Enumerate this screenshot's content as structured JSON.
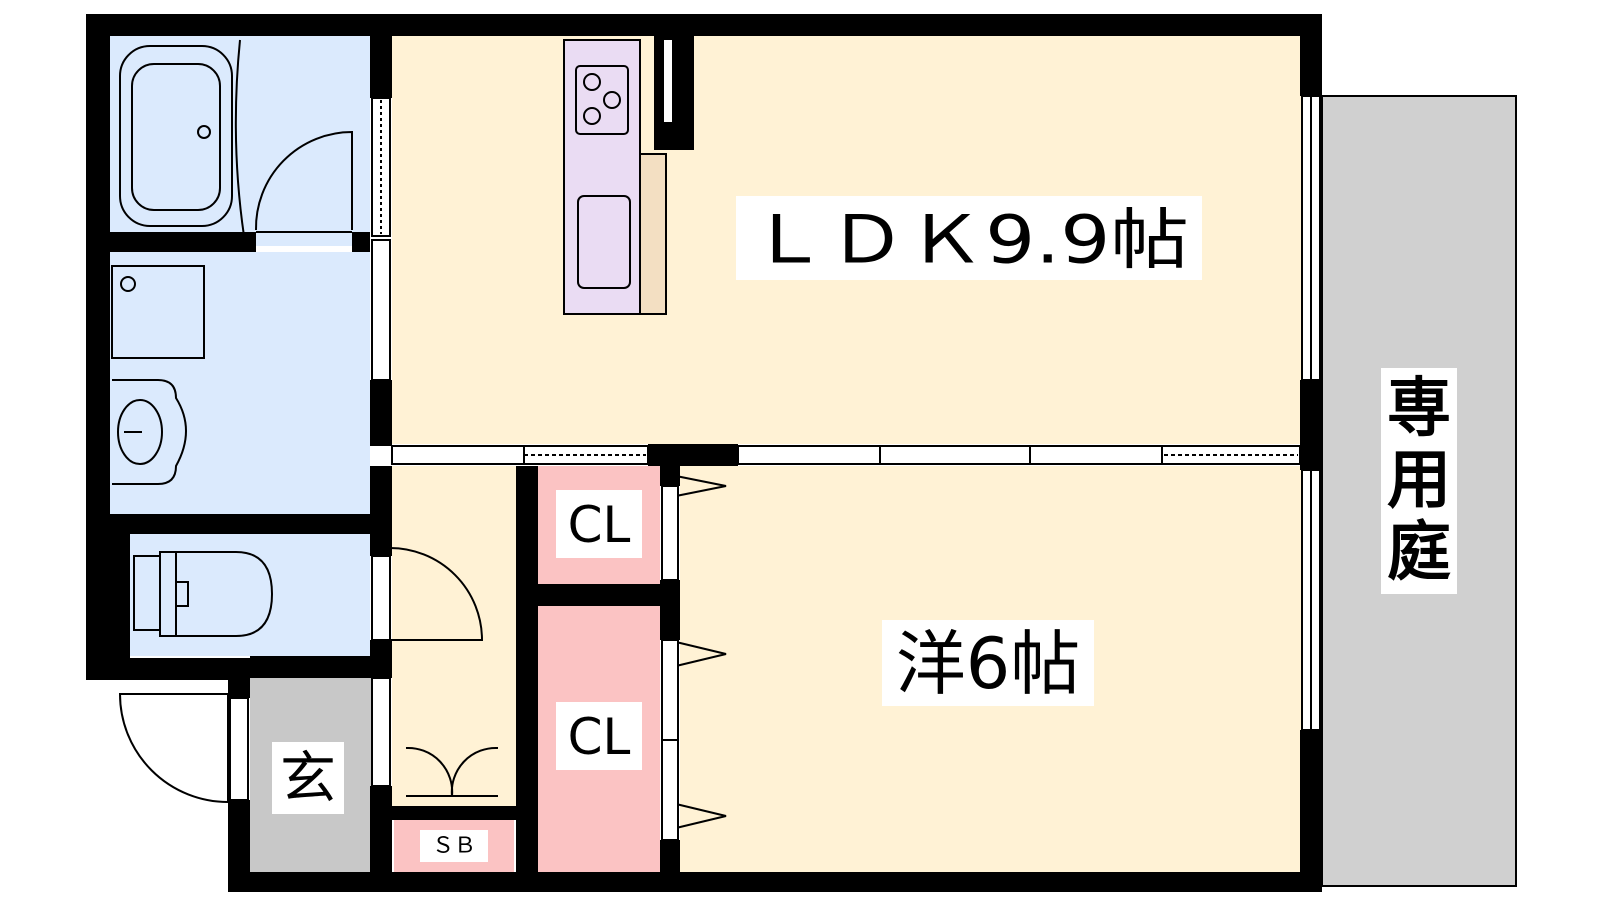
{
  "floorplan": {
    "rooms": {
      "ldk": {
        "label": "ＬＤＫ9.9帖"
      },
      "western": {
        "label": "洋6帖"
      },
      "closet_upper": {
        "label": "CL"
      },
      "closet_lower": {
        "label": "CL"
      },
      "shoe_box": {
        "label": "ＳＢ"
      },
      "entrance": {
        "label": "玄"
      },
      "private_garden": {
        "label": "専用庭",
        "chars": [
          "専",
          "用",
          "庭"
        ]
      }
    },
    "colors": {
      "wall": "#000000",
      "living": "#fff2d5",
      "wet_area": "#dbeafd",
      "closet": "#fbc3c3",
      "entrance": "#c8c8c8",
      "garden": "#d0d0d0",
      "kitchen": "#eadcf3",
      "counter": "#f3dfc2"
    }
  }
}
